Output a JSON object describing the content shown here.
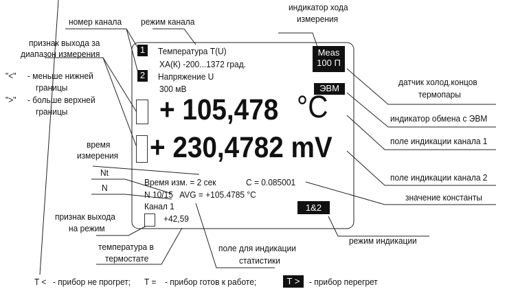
{
  "display": {
    "channel1_number": "1",
    "channel1_mode": "Температура T(U)",
    "channel1_range": "ХА(К) -200...1372 град.",
    "channel2_number": "2",
    "channel2_mode": "Напряжение U",
    "channel2_range": "300 мВ",
    "meas_line1": "Meas",
    "meas_line2": "100 П",
    "pc_indicator": "ЭВМ",
    "value1": "+ 105,478",
    "unit1": "°C",
    "value2": "+ 230,4782 mV",
    "time_text": "Время изм. = 2 сек",
    "constant_text": "C = 0.085001",
    "stats_text": "N 10/15   AVG = +105.4785 °C",
    "thermostat_channel": "Канал 1",
    "thermostat_temp": "+42,59",
    "mode_badge": "1&2"
  },
  "labels": {
    "channel_number": "номер канала",
    "channel_mode": "режим канала",
    "progress_1": "индикатор хода",
    "progress_2": "измерения",
    "out_of_range_1": "признак выхода за",
    "out_of_range_2": "диапазон измерения",
    "less_sym": "\"<\"",
    "less_1": "- меньше нижней",
    "less_2": "границы",
    "greater_sym": "\">\"",
    "greater_1": "- больше верхней",
    "greater_2": "границы",
    "cold_junction_1": "датчик холод.концов",
    "cold_junction_2": "термопары",
    "pc_exchange": "индикатор обмена с ЭВМ",
    "ch1_field": "поле индикации канала 1",
    "ch2_field": "поле индикации канала 2",
    "constant": "значение константы",
    "display_mode": "режим индикации",
    "meas_time_1": "время",
    "meas_time_2": "измерения",
    "nt": "Nt",
    "n": "N",
    "mode_reached_1": "признак выхода",
    "mode_reached_2": "на режим",
    "thermostat_1": "температура в",
    "thermostat_2": "термостате",
    "stats_1": "поле для индикации",
    "stats_2": "статистики"
  },
  "legend": {
    "t_less": "T <",
    "t_less_desc": "- прибор не прогрет;",
    "t_eq": "T =",
    "t_eq_desc": "- прибор готов к работе;",
    "t_greater": "T >",
    "t_greater_desc": "- прибор перегрет"
  }
}
